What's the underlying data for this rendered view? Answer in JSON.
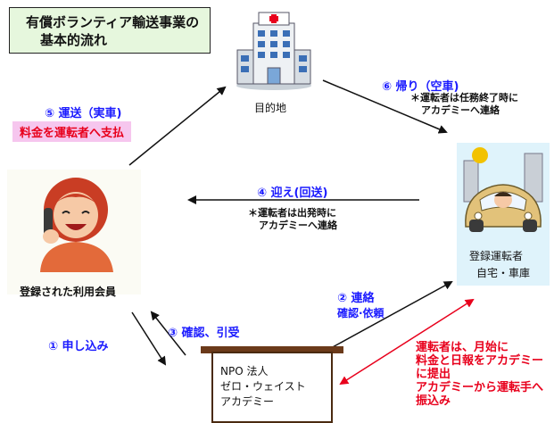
{
  "title": {
    "line1": "有償ボランティア輸送事業の",
    "line2": "基本的流れ"
  },
  "destination": {
    "label": "目的地"
  },
  "member": {
    "label": "登録された利用会員"
  },
  "driver": {
    "line1": "登録運転者",
    "line2": "自宅・車庫"
  },
  "npo": {
    "line1": "NPO 法人",
    "line2": "ゼロ・ウェイスト",
    "line3": "アカデミー"
  },
  "steps": {
    "s1": "① 申し込み",
    "s2": "② 連絡",
    "s2_sub": "確認·依頼",
    "s3": "③ 確認、引受",
    "s4": "④ 迎え(回送)",
    "s4_note1": "＊運転者は出発時に",
    "s4_note2": "アカデミーへ連絡",
    "s5": "⑤ 運送（実車)",
    "s5_pay": "料金を運転者へ支払",
    "s6": "⑥ 帰り（空車)",
    "s6_note1": "＊運転者は任務終了時に",
    "s6_note2": "アカデミーへ連絡"
  },
  "monthly_report": {
    "line1": "運転者は、月始に",
    "line2": "料金と日報をアカデミー",
    "line3": "に提出",
    "line4": "アカデミーから運転手へ",
    "line5": "振込み"
  },
  "colors": {
    "accent_blue": "#1a1aff",
    "accent_red": "#e8001c",
    "title_bg": "#e6f7dd",
    "pay_bg": "#f6c6ee",
    "panel_bg": "#dff3fb"
  }
}
